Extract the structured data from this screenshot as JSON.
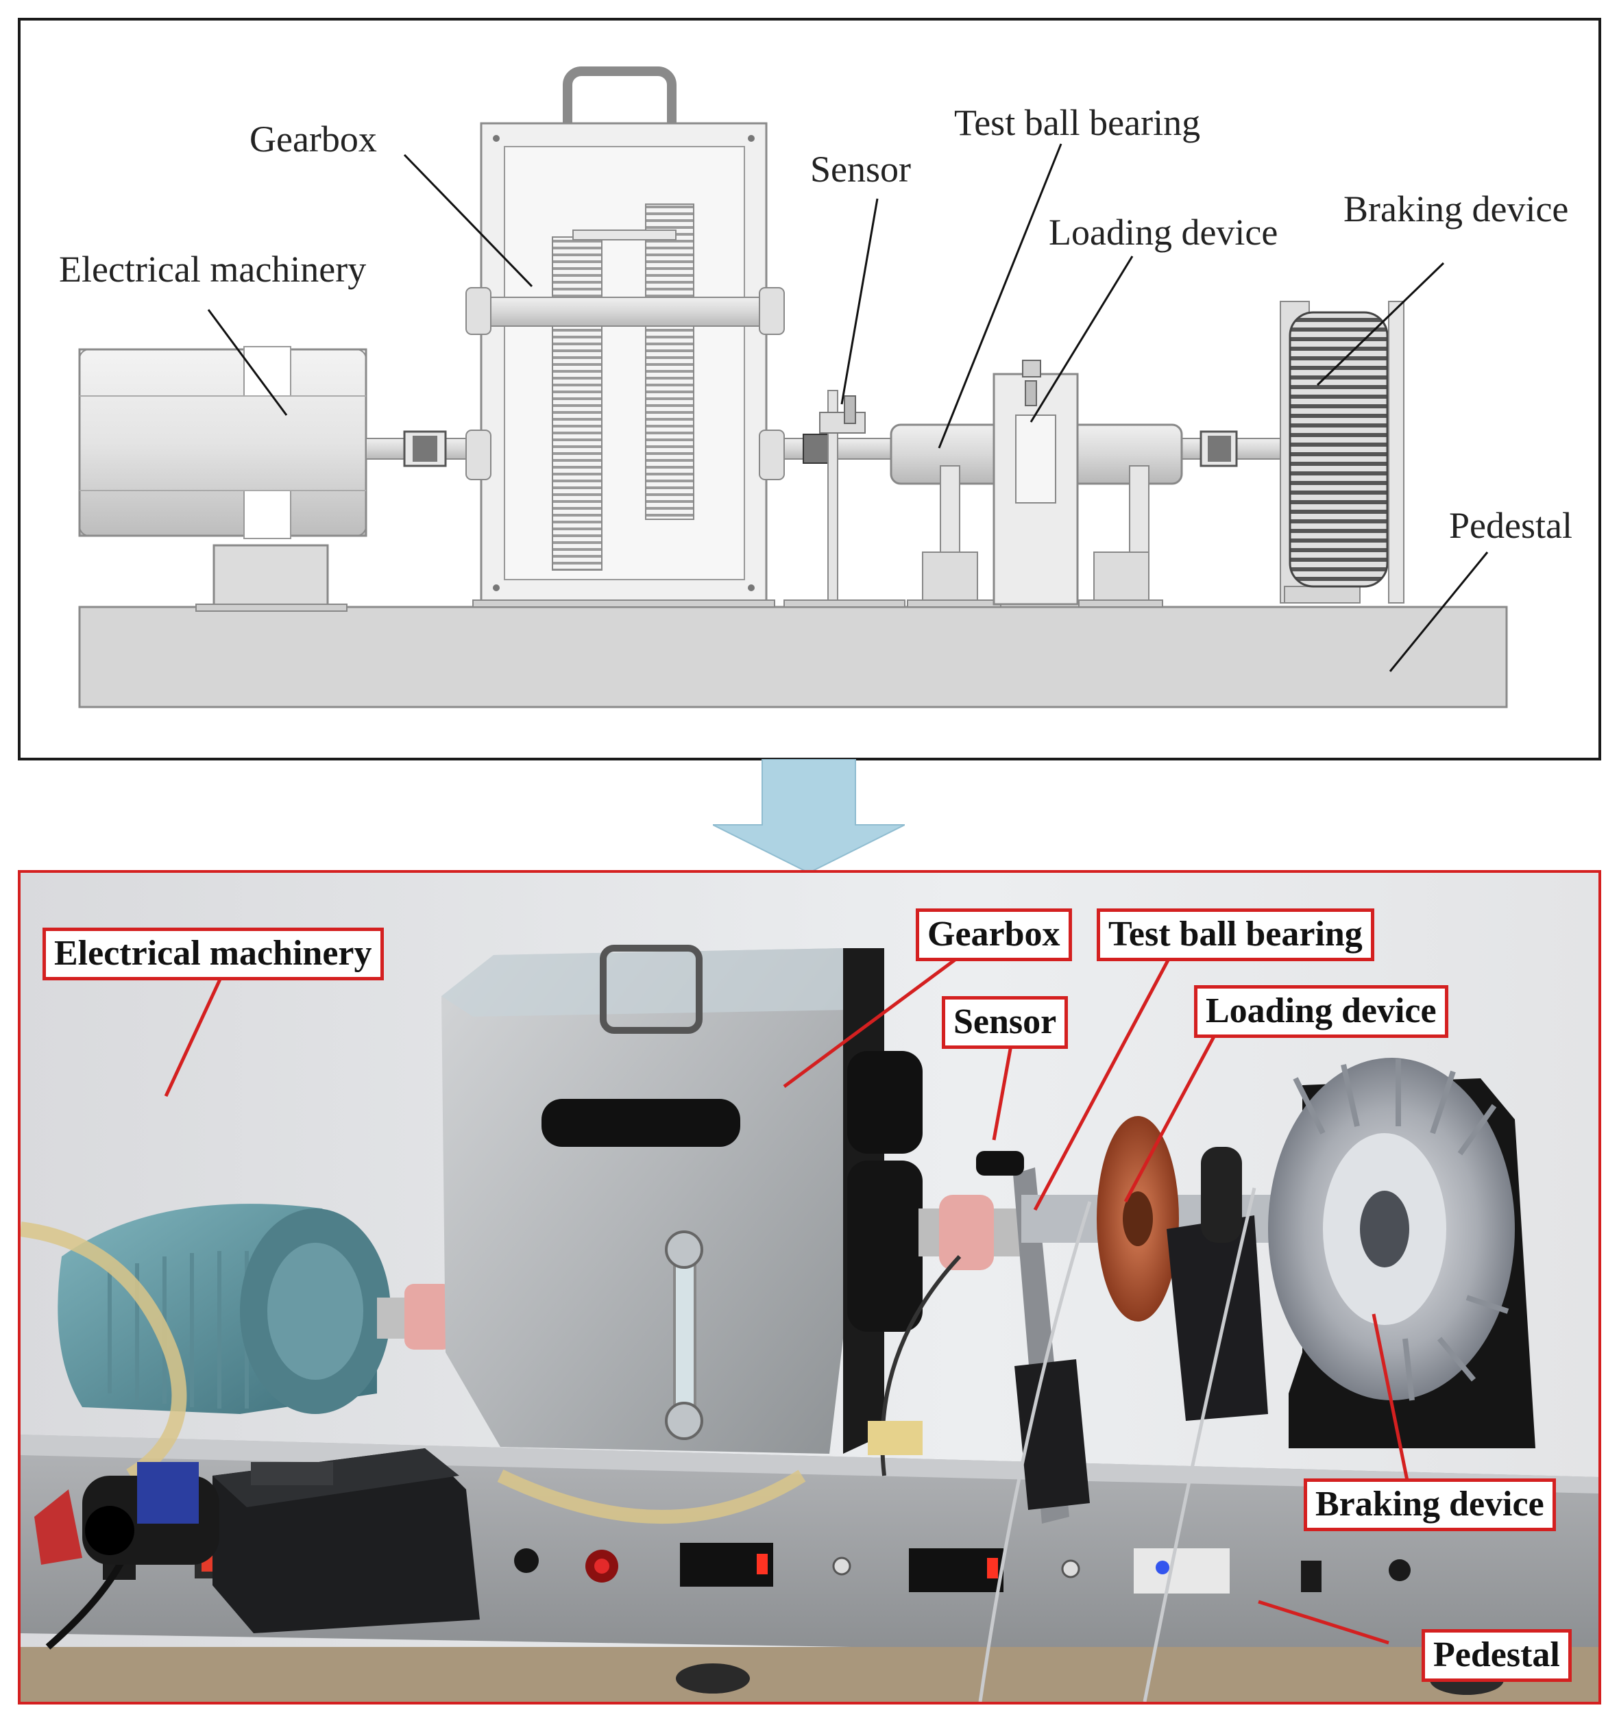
{
  "schematic": {
    "labels": {
      "gearbox": "Gearbox",
      "electrical_machinery": "Electrical machinery",
      "sensor": "Sensor",
      "test_ball_bearing": "Test ball bearing",
      "loading_device": "Loading device",
      "braking_device": "Braking device",
      "pedestal": "Pedestal"
    }
  },
  "photo": {
    "labels": {
      "electrical_machinery": "Electrical machinery",
      "gearbox": "Gearbox",
      "test_ball_bearing": "Test ball bearing",
      "sensor": "Sensor",
      "loading_device": "Loading device",
      "braking_device": "Braking device",
      "pedestal": "Pedestal"
    }
  },
  "colors": {
    "photo_frame": "#d42020",
    "arrow": "#aed3e3",
    "schematic_frame": "#1a1a1a"
  }
}
